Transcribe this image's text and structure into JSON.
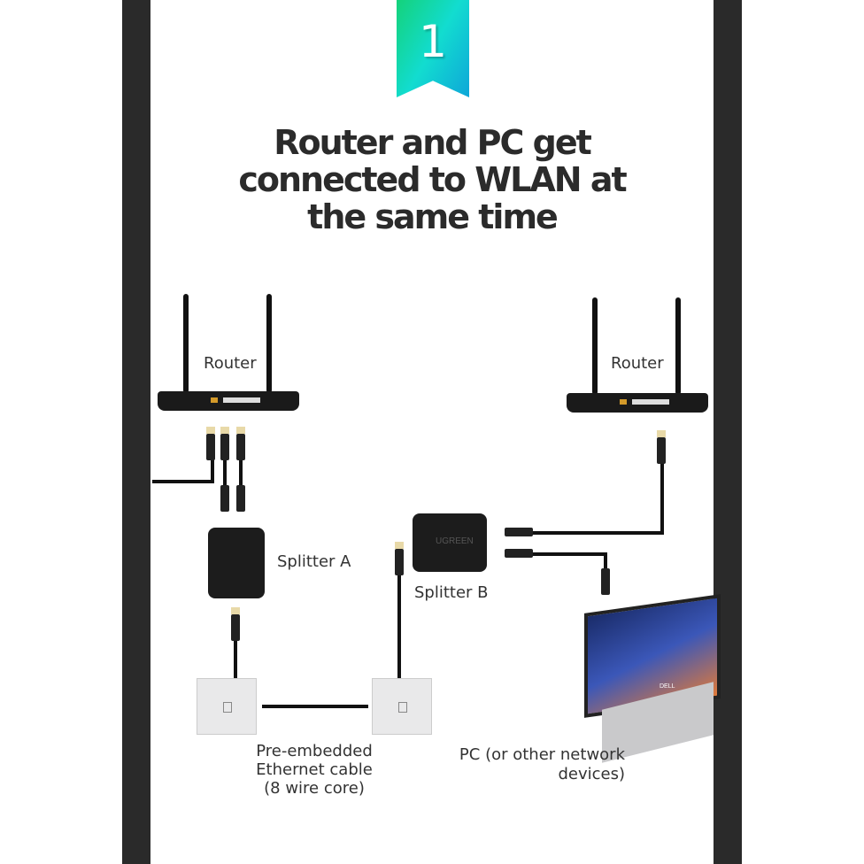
{
  "badge": {
    "number": "1"
  },
  "title": {
    "line1": "Router and PC get",
    "line2": "connected to WLAN at",
    "line3": "the same time"
  },
  "labels": {
    "router_left": "Router",
    "router_right": "Router",
    "splitter_a": "Splitter A",
    "splitter_b": "Splitter B",
    "splitter_brand": "UGREEN",
    "cable_line1": "Pre-embedded",
    "cable_line2": "Ethernet cable",
    "cable_line3": "(8 wire core)",
    "pc_line1": "PC (or other network",
    "pc_line2": "devices)",
    "laptop_brand": "DELL"
  },
  "colors": {
    "ribbon_start": "#14d27a",
    "ribbon_end": "#0ea6d8",
    "frame": "#2a2a2a"
  }
}
